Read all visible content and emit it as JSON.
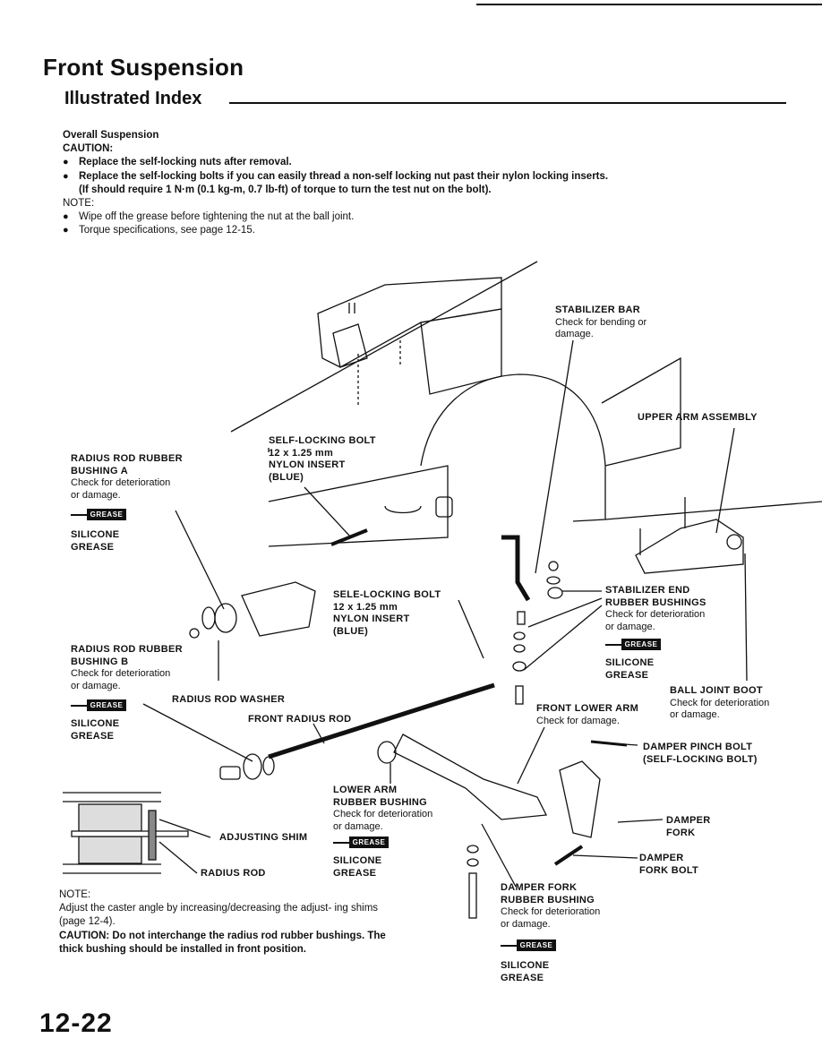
{
  "header": {
    "title": "Front Suspension",
    "subtitle": "Illustrated Index"
  },
  "intro": {
    "heading": "Overall Suspension",
    "caution_label": "CAUTION:",
    "caution_items": [
      "Replace the self-locking nuts after removal.",
      "Replace the self-locking bolts if you can easily thread a non-self locking nut past their nylon locking inserts."
    ],
    "caution_sub": "(If should require 1 N·m (0.1 kg-m, 0.7 lb-ft) of torque to turn the test nut on the bolt).",
    "note_label": "NOTE:",
    "note_items": [
      "Wipe off the grease before tightening the nut at the ball joint.",
      "Torque specifications, see page 12-15."
    ]
  },
  "grease_label": "GREASE",
  "labels": {
    "stabilizer_bar": {
      "title": "STABILIZER BAR",
      "desc1": "Check for bending or",
      "desc2": "damage."
    },
    "upper_arm": {
      "title": "UPPER ARM ASSEMBLY"
    },
    "self_locking_bolt_upper": {
      "line1": "SELF-LOCKING BOLT",
      "line2": "12 x 1.25 mm",
      "line3": "NYLON INSERT",
      "line4": "(BLUE)"
    },
    "radius_rod_bushing_a": {
      "line1": "RADIUS ROD RUBBER",
      "line2": "BUSHING A",
      "desc1": "Check for deterioration",
      "desc2": "or damage.",
      "grease1": "SILICONE",
      "grease2": "GREASE"
    },
    "self_locking_bolt_lower": {
      "line1": "SELE-LOCKING BOLT",
      "line2": "12 x 1.25 mm",
      "line3": "NYLON INSERT",
      "line4": "(BLUE)"
    },
    "stabilizer_end_bushings": {
      "line1": "STABILIZER END",
      "line2": "RUBBER BUSHINGS",
      "desc1": "Check for deterioration",
      "desc2": "or damage.",
      "grease1": "SILICONE",
      "grease2": "GREASE"
    },
    "radius_rod_bushing_b": {
      "line1": "RADIUS ROD RUBBER",
      "line2": "BUSHING B",
      "desc1": "Check for deterioration",
      "desc2": "or damage.",
      "grease1": "SILICONE",
      "grease2": "GREASE"
    },
    "radius_rod_washer": {
      "title": "RADIUS ROD WASHER"
    },
    "front_radius_rod": {
      "title": "FRONT RADIUS ROD"
    },
    "ball_joint_boot": {
      "title": "BALL JOINT BOOT",
      "desc1": "Check for deterioration",
      "desc2": "or damage."
    },
    "front_lower_arm": {
      "title": "FRONT LOWER ARM",
      "desc1": "Check for damage."
    },
    "damper_pinch_bolt": {
      "line1": "DAMPER PINCH BOLT",
      "line2": "(SELF-LOCKING BOLT)"
    },
    "lower_arm_bushing": {
      "line1": "LOWER ARM",
      "line2": "RUBBER BUSHING",
      "desc1": "Check for deterioration",
      "desc2": "or damage.",
      "grease1": "SILICONE",
      "grease2": "GREASE"
    },
    "adjusting_shim": {
      "title": "ADJUSTING SHIM"
    },
    "radius_rod": {
      "title": "RADIUS ROD"
    },
    "damper_fork": {
      "line1": "DAMPER",
      "line2": "FORK"
    },
    "damper_fork_bolt": {
      "line1": "DAMPER",
      "line2": "FORK BOLT"
    },
    "damper_fork_bushing": {
      "line1": "DAMPER FORK",
      "line2": "RUBBER BUSHING",
      "desc1": "Check for deterioration",
      "desc2": "or damage.",
      "grease1": "SILICONE",
      "grease2": "GREASE"
    }
  },
  "bottom_note": {
    "label": "NOTE:",
    "text": "Adjust the caster angle by increasing/decreasing the adjust- ing shims (page 12-4).",
    "caution": "CAUTION: Do not interchange the radius rod rubber bushings. The thick bushing should be installed in front position."
  },
  "page_number": "12-22"
}
